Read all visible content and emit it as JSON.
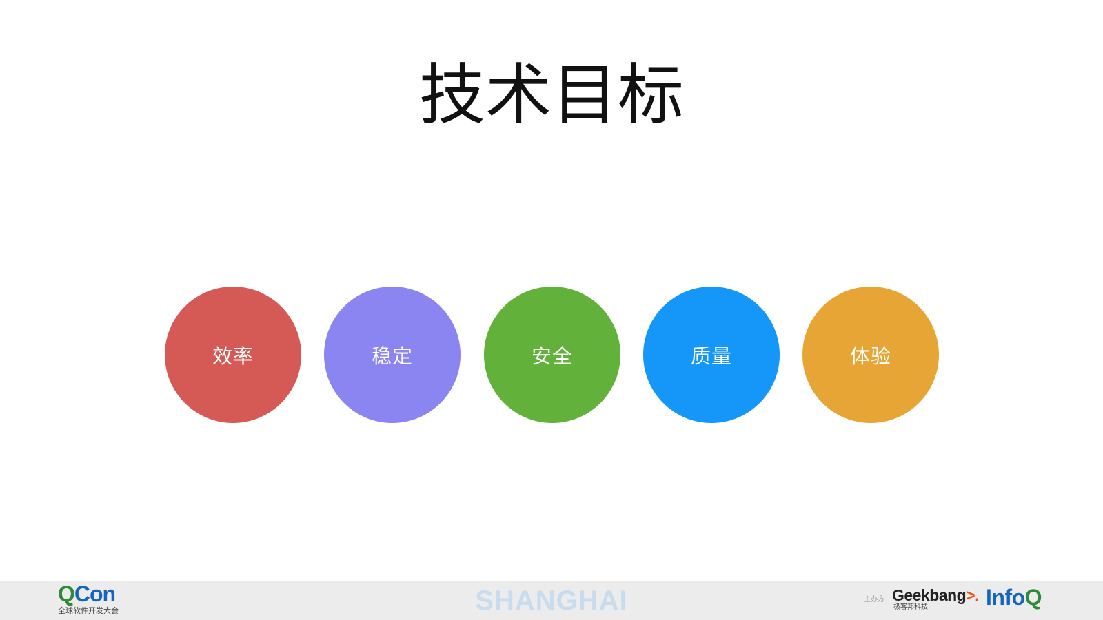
{
  "slide": {
    "title": "技术目标"
  },
  "goals": [
    {
      "label": "效率",
      "color": "#d55a55"
    },
    {
      "label": "稳定",
      "color": "#8a85f0"
    },
    {
      "label": "安全",
      "color": "#61b13a"
    },
    {
      "label": "质量",
      "color": "#1597f9"
    },
    {
      "label": "体验",
      "color": "#e7a535"
    }
  ],
  "footer": {
    "qcon_logo_prefix": "Q",
    "qcon_logo_suffix": "Con",
    "qcon_subtitle": "全球软件开发大会",
    "city": "SHANGHAI",
    "sponsor_label": "主办方",
    "geekbang_text": "Geekbang",
    "geekbang_mark": ">.",
    "geekbang_subtitle": "极客邦科技",
    "infoq_prefix": "Info",
    "infoq_suffix": "Q",
    "background_color": "#ececec",
    "city_color": "#c9dced"
  }
}
